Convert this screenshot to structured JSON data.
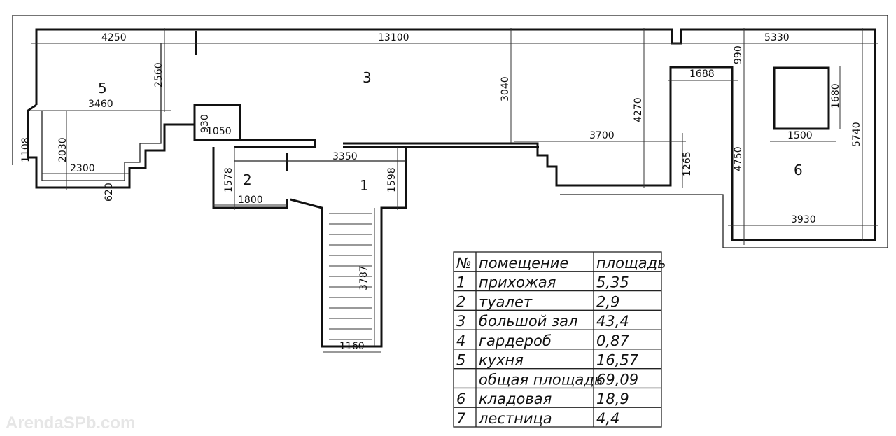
{
  "plan": {
    "rooms": [
      "1",
      "2",
      "3",
      "5",
      "6"
    ],
    "dimensions": {
      "d4250": "4250",
      "d13100": "13100",
      "d5330": "5330",
      "d990": "990",
      "d2560": "2560",
      "d3460": "3460",
      "d3040": "3040",
      "d4270": "4270",
      "d1688": "1688",
      "d1680": "1680",
      "d1500": "1500",
      "d5740": "5740",
      "d4750": "4750",
      "d1265": "1265",
      "d3700": "3700",
      "d3350": "3350",
      "d1598": "1598",
      "d1578": "1578",
      "d1800": "1800",
      "d1108": "1108",
      "d2030": "2030",
      "d2300": "2300",
      "d620": "620",
      "d930": "930",
      "d1050": "1050",
      "d3787": "3787",
      "d1160": "1160",
      "d3930": "3930"
    }
  },
  "table": {
    "headers": [
      "№",
      "помещение",
      "площадь"
    ],
    "rows": [
      [
        "1",
        "прихожая",
        "5,35"
      ],
      [
        "2",
        "туалет",
        "2,9"
      ],
      [
        "3",
        "большой зал",
        "43,4"
      ],
      [
        "4",
        "гардероб",
        "0,87"
      ],
      [
        "5",
        "кухня",
        "16,57"
      ],
      [
        "",
        "общая площадь",
        "69,09"
      ],
      [
        "6",
        "кладовая",
        "18,9"
      ],
      [
        "7",
        "лестница",
        "4,4"
      ]
    ]
  },
  "watermark": "ArendaSPb.com"
}
